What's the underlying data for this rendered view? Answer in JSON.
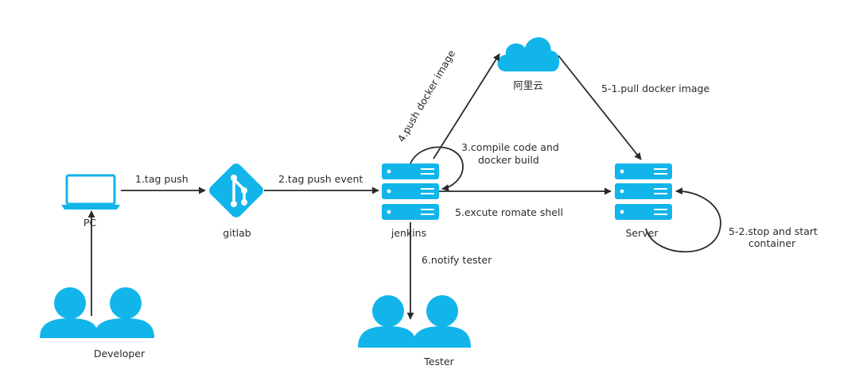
{
  "nodes": {
    "pc": "PC",
    "gitlab": "gitlab",
    "jenkins": "jenkins",
    "server": "Server",
    "cloud": "阿里云",
    "developer": "Developer",
    "tester": "Tester"
  },
  "edges": {
    "tag_push": "1.tag push",
    "tag_push_event": "2.tag push event",
    "compile_line1": "3.compile code and",
    "compile_line2": "docker build",
    "push_image": "4.push docker image",
    "pull_image": "5-1.pull docker image",
    "stop_start_line1": "5-2.stop and start",
    "stop_start_line2": "container",
    "excute_shell": "5.excute romate shell",
    "notify_tester": "6.notify tester"
  },
  "colors": {
    "icon": "#12b5ea",
    "line": "#2a2a2a"
  }
}
